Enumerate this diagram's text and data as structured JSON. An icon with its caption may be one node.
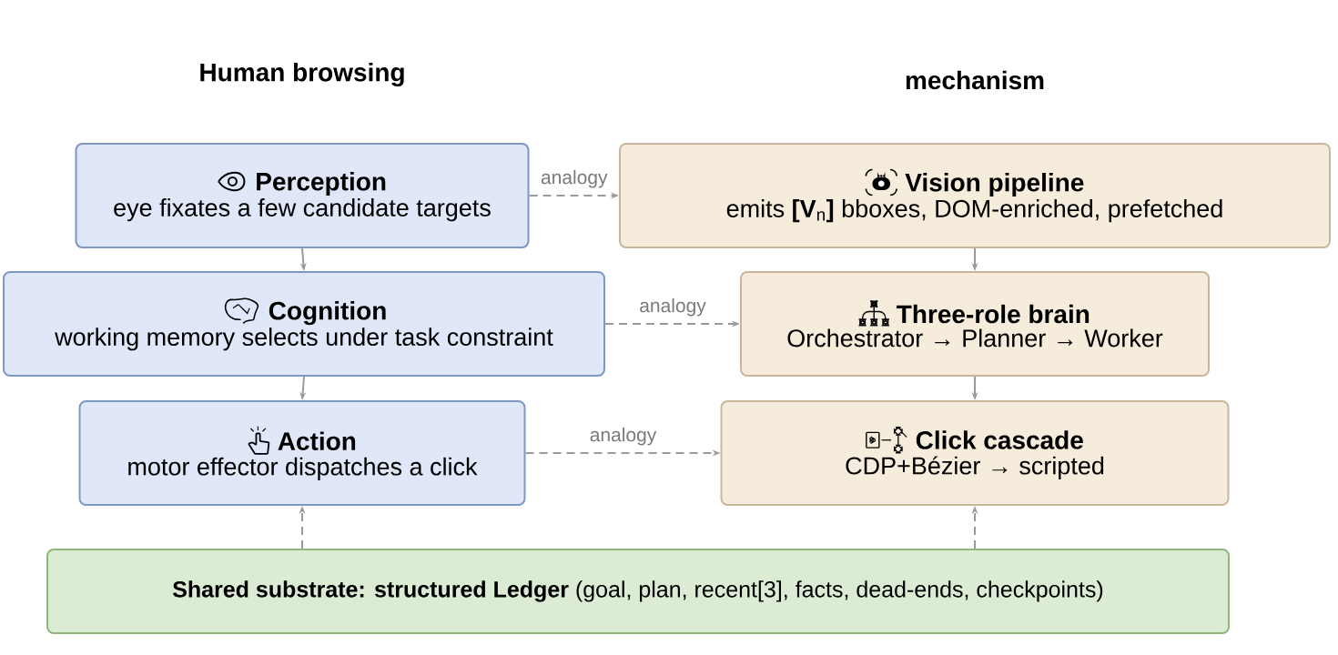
{
  "diagram": {
    "nodes": [
      {
        "text": [
          "Perception",
          "eye fixates a few candidate targets"
        ]
      },
      {
        "text": [
          "Cognition",
          "working memory selects under task constraint"
        ]
      },
      {
        "text": [
          "Action",
          "motor effector dispatches a click"
        ]
      },
      {
        "text": [
          "Vision pipeline",
          "emits **[V**$_{n}$**]** bboxes, DOM-enriched, prefetched"
        ]
      },
      {
        "text": [
          "Three-role brain",
          "Orchestrator → Planner → Worker"
        ]
      },
      {
        "text": [
          "Click cascade",
          "CDP+Bézier → scripted"
        ]
      },
      {
        "text": [
          "**Shared substrate: structured Ledger** (goal, plan, recent[3], facts, dead-ends, checkpoints)"
        ]
      }
    ],
    "edges": [
      {
        "from": 0,
        "to": 1,
        "arrow": "to"
      },
      {
        "from": 1,
        "to": 2,
        "arrow": "to"
      },
      {
        "from": 3,
        "to": 4,
        "arrow": "to"
      },
      {
        "from": 4,
        "to": 5,
        "arrow": "to"
      },
      {
        "from": 0,
        "to": 3,
        "arrow": "to",
        "label": "analogy",
        "style": "dashed"
      },
      {
        "from": 1,
        "to": 4,
        "arrow": "to",
        "label": "analogy",
        "style": "dashed"
      },
      {
        "from": 2,
        "to": 5,
        "arrow": "to",
        "label": "analogy",
        "style": "dashed"
      },
      {
        "from": 6,
        "to": 2,
        "arrow": "to",
        "style": "dashed"
      },
      {
        "from": 6,
        "to": 5,
        "arrow": "to",
        "style": "dashed"
      }
    ],
    "labels": [
      "Human browsing",
      "mechanism"
    ]
  }
}
